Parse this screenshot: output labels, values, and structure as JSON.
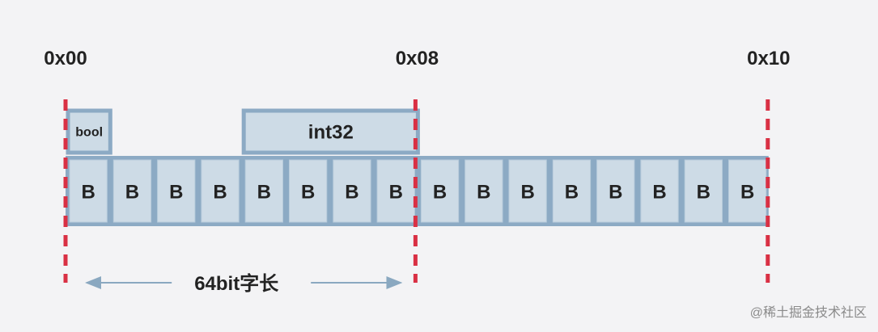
{
  "addresses": [
    {
      "label": "0x00",
      "offset": 0
    },
    {
      "label": "0x08",
      "offset": 8
    },
    {
      "label": "0x10",
      "offset": 16
    }
  ],
  "byte_cell_label": "B",
  "byte_count": 16,
  "fields": [
    {
      "label": "bool",
      "start": 0,
      "size": 1
    },
    {
      "label": "int32",
      "start": 4,
      "size": 4
    }
  ],
  "word_span": {
    "label": "64bit字长",
    "start": 0,
    "end": 8
  },
  "watermark": "@稀土掘金技术社区",
  "colors": {
    "cell_fill": "#cddbe6",
    "cell_border": "#8caac4",
    "boundary_line": "#d93044",
    "arrow": "#8aa8c0",
    "background": "#f3f3f5"
  }
}
